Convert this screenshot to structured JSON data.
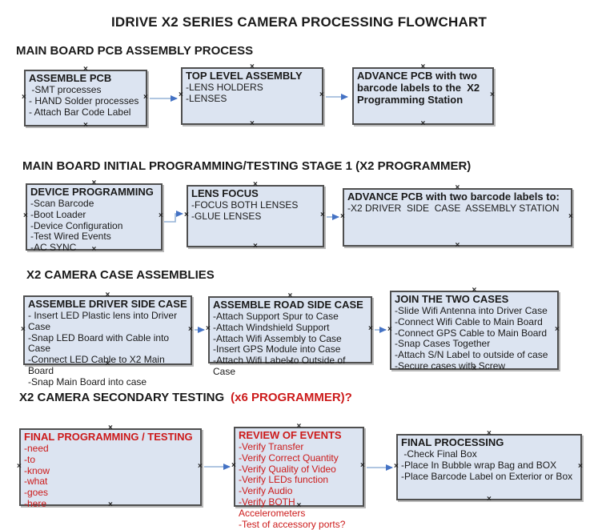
{
  "title": "IDRIVE X2  SERIES CAMERA PROCESSING FLOWCHART",
  "colors": {
    "box_fill": "#dce4f1",
    "box_border": "#4f4f4f",
    "arrow_line": "#95b3d7",
    "arrow_head": "#4472c4",
    "red_text": "#cc1a1a",
    "black_text": "#1a1a1a"
  },
  "sections": [
    {
      "heading": "MAIN BOARD PCB ASSEMBLY PROCESS"
    },
    {
      "heading": "MAIN BOARD INITIAL PROGRAMMING/TESTING STAGE 1 (X2 PROGRAMMER)"
    },
    {
      "heading": "X2 CAMERA CASE ASSEMBLIES"
    },
    {
      "heading_black": "X2 CAMERA SECONDARY TESTING",
      "heading_red": "(x6 PROGRAMMER)?"
    }
  ],
  "boxes": [
    {
      "title": "ASSEMBLE PCB",
      "items": [
        " -SMT processes",
        "- HAND Solder processes",
        "- Attach Bar Code Label"
      ]
    },
    {
      "title": "TOP LEVEL ASSEMBLY",
      "items": [
        "-LENS HOLDERS",
        "-LENSES"
      ]
    },
    {
      "title": "ADVANCE PCB with two barcode labels to the  X2 Programming Station",
      "items": []
    },
    {
      "title": "DEVICE PROGRAMMING",
      "items": [
        "-Scan Barcode",
        "-Boot Loader",
        "-Device Configuration",
        "-Test Wired Events",
        "-AC SYNC"
      ]
    },
    {
      "title": "LENS FOCUS",
      "items": [
        "-FOCUS BOTH LENSES",
        "-GLUE LENSES"
      ]
    },
    {
      "title": "ADVANCE PCB with two barcode labels to:",
      "items": [
        "-X2 DRIVER  SIDE  CASE  ASSEMBLY STATION"
      ]
    },
    {
      "title": "ASSEMBLE DRIVER SIDE CASE",
      "items": [
        "- Insert LED Plastic lens into Driver Case",
        "-Snap LED Board with Cable into Case",
        "-Connect LED Cable to X2 Main Board",
        "-Snap Main Board into case"
      ]
    },
    {
      "title": "ASSEMBLE ROAD SIDE CASE",
      "items": [
        "-Attach Support Spur to Case",
        "-Attach Windshield Support",
        "-Attach Wifi Assembly to Case",
        "-Insert GPS Module into Case",
        "-Attach Wifi Label to Outside of Case"
      ]
    },
    {
      "title": "JOIN THE TWO CASES",
      "items": [
        "-Slide Wifi Antenna into Driver Case",
        "-Connect Wifi Cable to Main Board",
        "-Connect GPS Cable to Main Board",
        "-Snap Cases Together",
        "-Attach S/N Label to outside of case",
        "-Secure cases with Screw"
      ]
    },
    {
      "title": "FINAL PROGRAMMING / TESTING",
      "items": [
        "-need",
        "-to",
        "-know",
        "-what",
        "-goes",
        "-here"
      ]
    },
    {
      "title": "REVIEW OF EVENTS",
      "items": [
        "-Verify Transfer",
        "-Verify Correct Quantity",
        "-Verify Quality of Video",
        "-Verify LEDs function",
        "-Verify Audio",
        "-Verify BOTH Accelerometers",
        "-Test of accessory ports?"
      ]
    },
    {
      "title": "FINAL PROCESSING",
      "items": [
        " -Check Final Box",
        "-Place In Bubble wrap Bag and BOX",
        "-Place Barcode Label on Exterior or Box"
      ]
    }
  ]
}
